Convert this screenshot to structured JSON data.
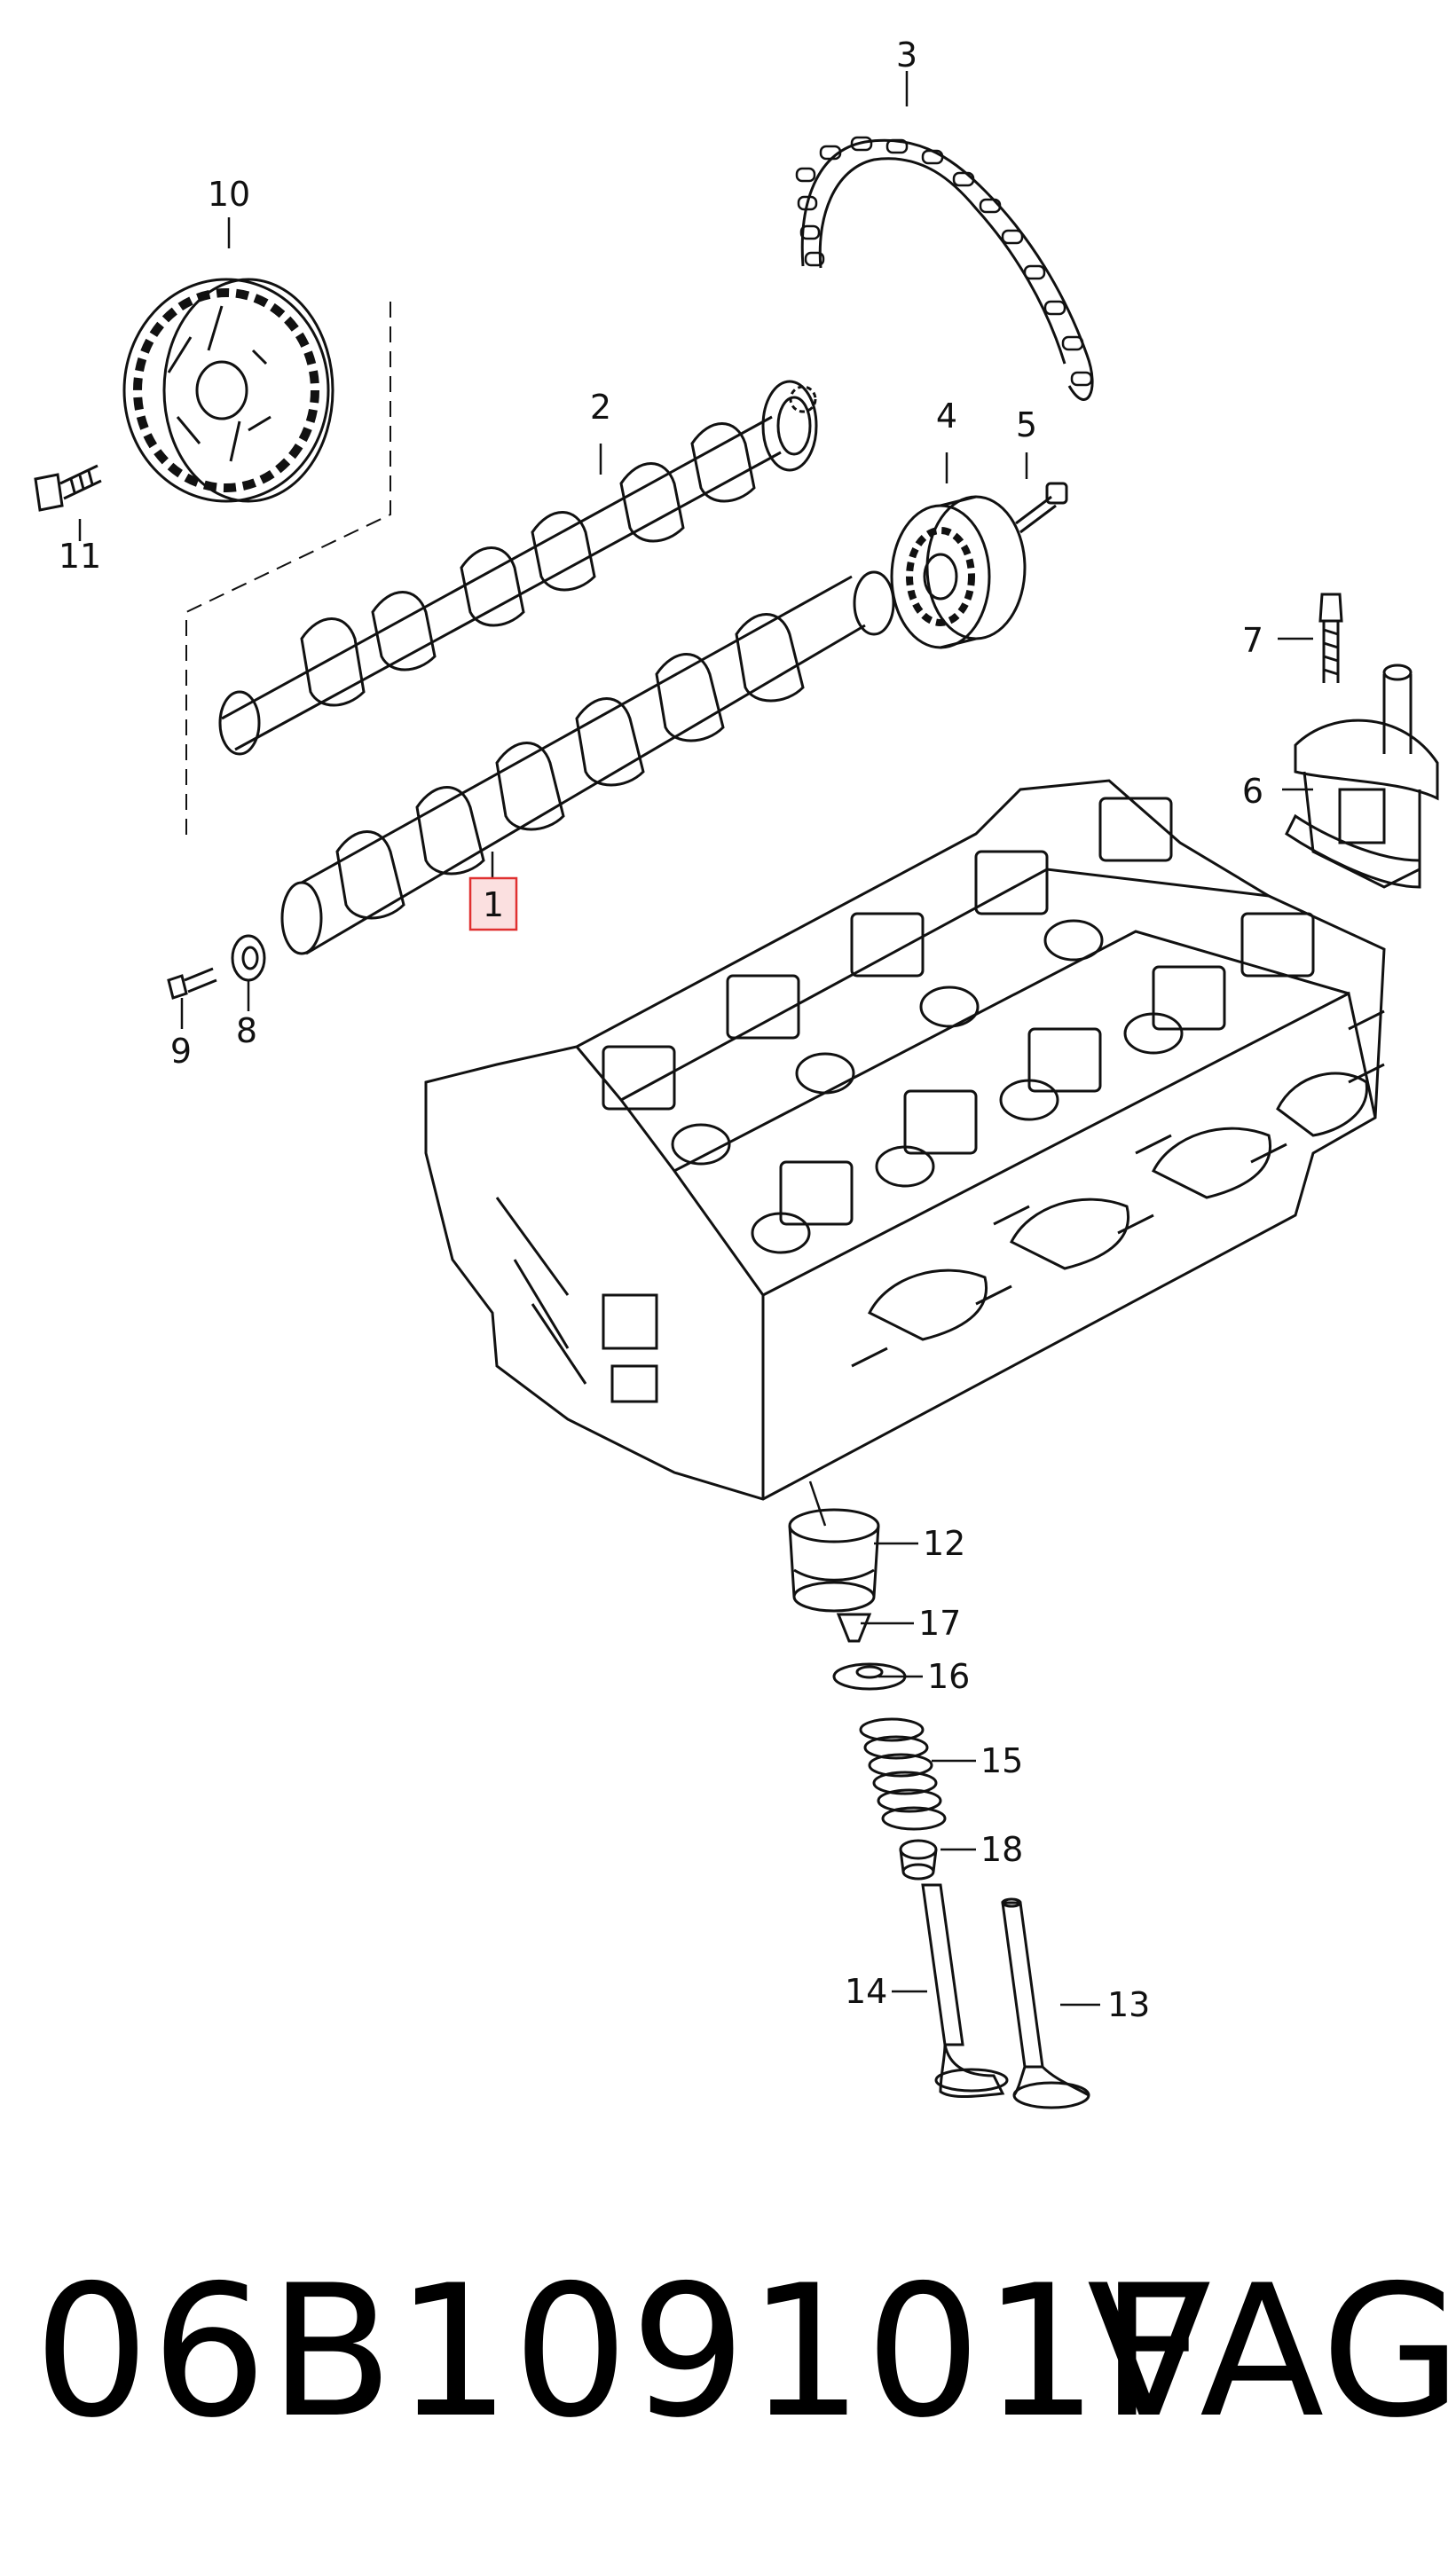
{
  "diagram": {
    "callouts": {
      "c1": "1",
      "c2": "2",
      "c3": "3",
      "c4": "4",
      "c5": "5",
      "c6": "6",
      "c7": "7",
      "c8": "8",
      "c9": "9",
      "c10": "10",
      "c11": "11",
      "c12": "12",
      "c13": "13",
      "c14": "14",
      "c15": "15",
      "c16": "16",
      "c17": "17",
      "c18": "18"
    },
    "highlighted_callout": "1",
    "highlight_color": "#e03030",
    "line_color": "#111111"
  },
  "footer": {
    "part_number": "06B109101F",
    "brand": "VAG"
  }
}
